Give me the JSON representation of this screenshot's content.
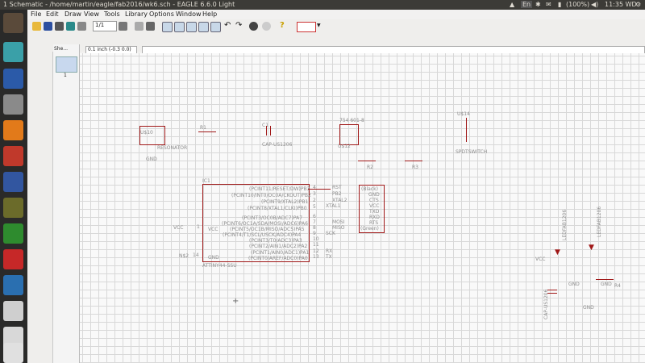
{
  "window": {
    "title": "1 Schematic - /home/martin/eagle/fab2016/wk6.sch - EAGLE 6.6.0 Light",
    "tray": {
      "keyboard": "En",
      "battery": "(100%)",
      "clock": "11:35 WD"
    }
  },
  "menu": {
    "items": [
      "File",
      "Edit",
      "Draw",
      "View",
      "Tools",
      "Library",
      "Options",
      "Window",
      "Help"
    ]
  },
  "toolbar": {
    "sheet_select": "1/1",
    "icons": [
      "open-icon",
      "save-icon",
      "print-icon",
      "cam-icon",
      "board-icon",
      "sheet-icon",
      "use-icon",
      "script-icon",
      "run-icon",
      "zoom-fit-icon",
      "zoom-in-icon",
      "zoom-out-icon",
      "zoom-redraw-icon",
      "zoom-select-icon",
      "undo-icon",
      "redo-icon",
      "stop-icon",
      "go-icon",
      "help-icon",
      "design-link-icon"
    ]
  },
  "parambar": {
    "grid_label": "0.1 inch (-0.3 0.0)",
    "command_value": ""
  },
  "sheets": {
    "tab": "She...",
    "page_number": "1"
  },
  "schematic": {
    "u10": "U$10",
    "resonator": "RESONATOR",
    "gnd_res": "GND",
    "r1": "R1",
    "c1_top": "C1",
    "c1_value": "CAP-US1206",
    "part_hdr": "754 601-8",
    "u12": "U$12",
    "r2": "R2",
    "r3": "R3",
    "u14": "U$14",
    "spdt": "SPDTSWITCH",
    "ic1": "IC1",
    "ic1_value": "ATTINY44-SSU",
    "pins_left": [
      "(PCINT11/RESET/DW)PB3",
      "(PCINT10/INT0/OC0A/CKOUT)PB2",
      "(PCINT9/XTAL2)PB1",
      "(PCINT8/XTAL1/CLKI)PB0",
      "(PCINT3/OC0B/ADC7)PA7",
      "(PCINT6/OC1A/SDA/MOSI/ADC6)PA6",
      "(PCINT5/OC1B/MISO/ADC5)PA5",
      "(PCINT4/T1/SCL/USCK/ADC4)PA4",
      "(PCINT3/T0/ADC3)PA3",
      "(PCINT2/AIN1/ADC2)PA2",
      "(PCINT1/AIN0/ADC1)PA1",
      "(PCINT0/AREF/ADC0)PA0"
    ],
    "pin_nums": [
      "4",
      "3",
      "2",
      "5",
      "6",
      "7",
      "8",
      "9",
      "10",
      "11",
      "12",
      "13"
    ],
    "net_labels": [
      "RST",
      "PB2",
      "XTAL2",
      "XTAL1",
      "MOSI",
      "MISO",
      "SCK",
      "RX",
      "TX"
    ],
    "vcc": "VCC",
    "gnd": "GND",
    "vcc_net": "VCC",
    "n1": "N$2",
    "pin1": "1",
    "pin14": "14",
    "ftdi_pins": [
      "(Black)",
      "GND",
      "CTS",
      "VCC",
      "TXD",
      "RXD",
      "RTS",
      "(Green)"
    ],
    "led1": "LEDFAB1206",
    "led2": "LEDFAB1206",
    "vcc_led": "VCC",
    "gnd_led1": "GND",
    "gnd_led2": "GND",
    "r4": "R4",
    "c2": "CAP-US1206",
    "gnd_c": "GND"
  }
}
